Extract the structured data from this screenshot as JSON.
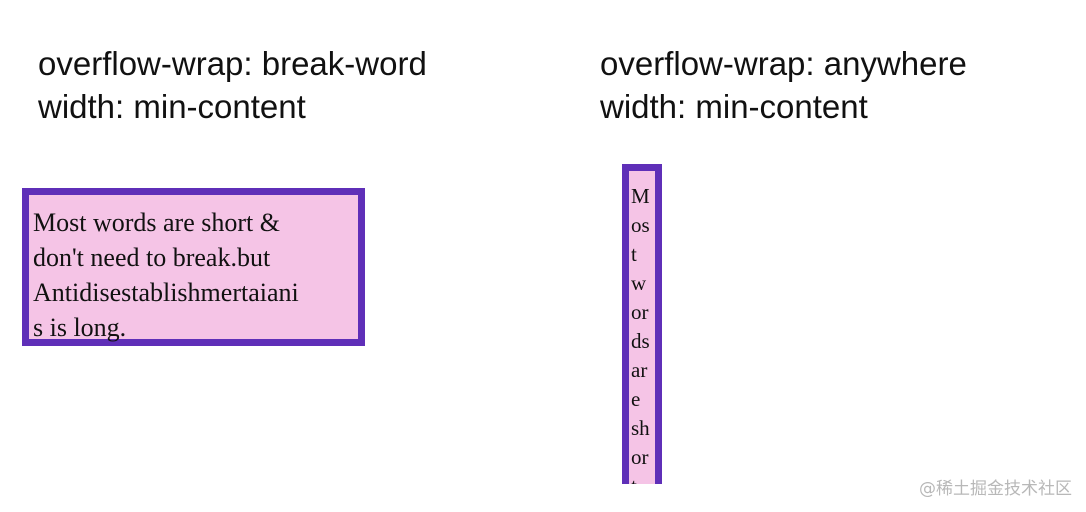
{
  "left_panel": {
    "heading_lines": [
      "overflow-wrap: break-word",
      "width: min-content"
    ],
    "box_lines": [
      "Most words are short &",
      "don't need to break.but",
      "Antidisestablishmertaiani",
      "s is long."
    ]
  },
  "right_panel": {
    "heading_lines": [
      "overflow-wrap: anywhere",
      "width: min-content"
    ],
    "box_fragments": [
      "M",
      "os",
      "t",
      "w",
      "or",
      "ds",
      "ar",
      "e",
      "sh",
      "or",
      "t"
    ]
  },
  "colors": {
    "box_fill": "#f5c4e6",
    "box_border": "#5f2fb8"
  },
  "watermark": "@稀土掘金技术社区"
}
